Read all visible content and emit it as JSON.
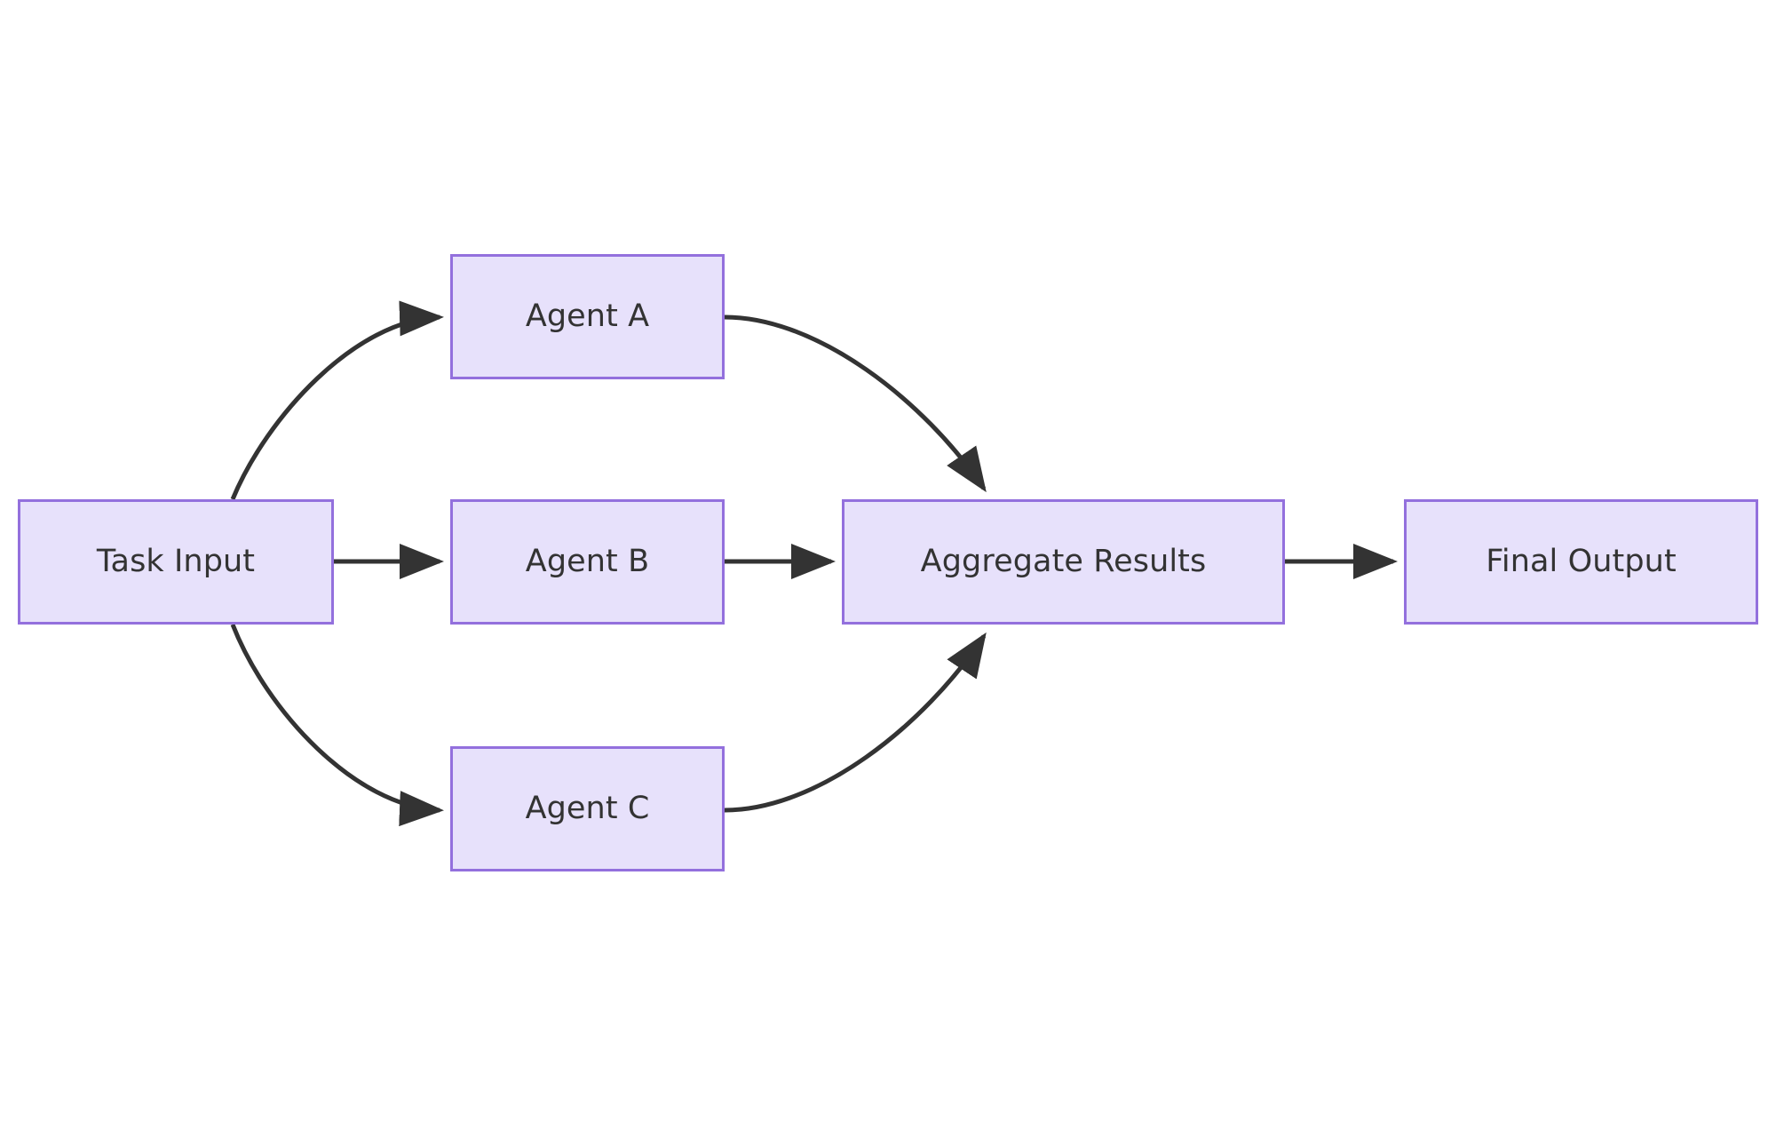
{
  "diagram": {
    "title": "Multi-agent task fan-out and aggregation flowchart",
    "type": "flowchart",
    "direction": "left-to-right",
    "background_color": "#ffffff",
    "node_fill_color": "#e7e1fb",
    "node_border_color": "#9370dd",
    "node_text_color": "#333333",
    "edge_color": "#333333",
    "nodes": [
      {
        "id": "task-input",
        "label": "Task Input"
      },
      {
        "id": "agent-a",
        "label": "Agent A"
      },
      {
        "id": "agent-b",
        "label": "Agent B"
      },
      {
        "id": "agent-c",
        "label": "Agent C"
      },
      {
        "id": "aggregate",
        "label": "Aggregate Results"
      },
      {
        "id": "final-output",
        "label": "Final Output"
      }
    ],
    "edges": [
      {
        "id": "e1",
        "from": "task-input",
        "to": "agent-a",
        "style": "curved",
        "arrow": "single"
      },
      {
        "id": "e2",
        "from": "task-input",
        "to": "agent-b",
        "style": "straight",
        "arrow": "single"
      },
      {
        "id": "e3",
        "from": "task-input",
        "to": "agent-c",
        "style": "curved",
        "arrow": "single"
      },
      {
        "id": "e4",
        "from": "agent-a",
        "to": "aggregate",
        "style": "curved",
        "arrow": "single"
      },
      {
        "id": "e5",
        "from": "agent-b",
        "to": "aggregate",
        "style": "straight",
        "arrow": "single"
      },
      {
        "id": "e6",
        "from": "agent-c",
        "to": "aggregate",
        "style": "curved",
        "arrow": "single"
      },
      {
        "id": "e7",
        "from": "aggregate",
        "to": "final-output",
        "style": "straight",
        "arrow": "single"
      }
    ]
  }
}
